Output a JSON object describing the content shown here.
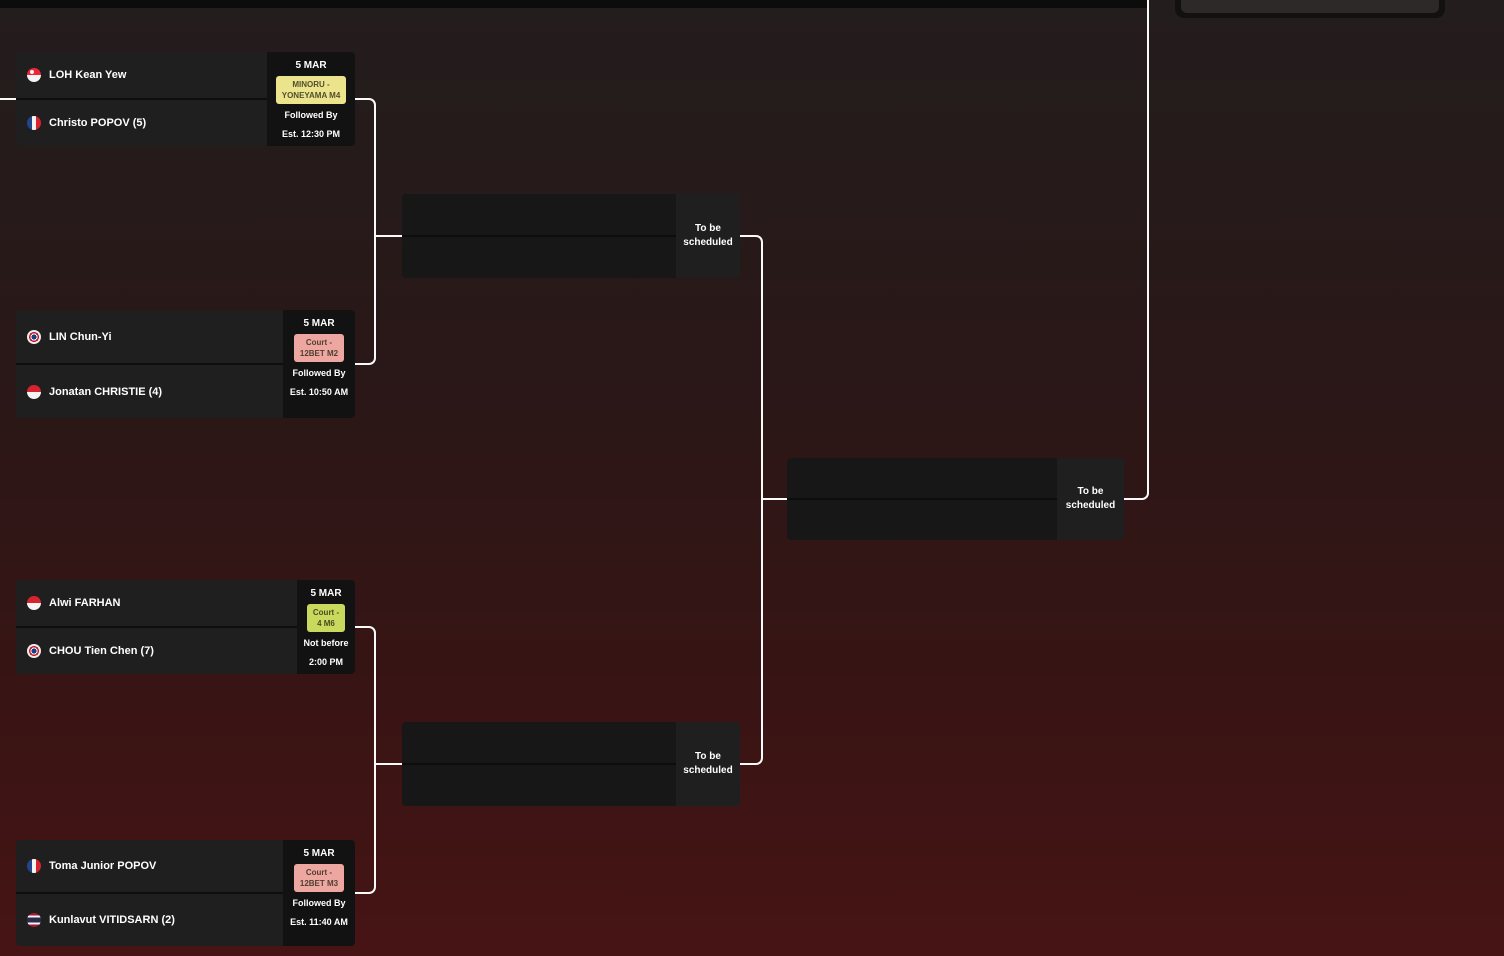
{
  "background": {
    "gradient_top": "#231d1d",
    "gradient_bottom": "#471414",
    "connector_color": "#ffffff"
  },
  "rounds": {
    "round1": [
      {
        "players": [
          {
            "name": "LOH Kean Yew",
            "country": "sg"
          },
          {
            "name": "Christo POPOV (5)",
            "country": "fr"
          }
        ],
        "date": "5 MAR",
        "badge": {
          "line1": "MINORU -",
          "line2": "YONEYAMA M4",
          "color": "#ece48c"
        },
        "note": "Followed By",
        "time": "Est. 12:30 PM"
      },
      {
        "players": [
          {
            "name": "LIN Chun-Yi",
            "country": "tpe"
          },
          {
            "name": "Jonatan CHRISTIE (4)",
            "country": "id"
          }
        ],
        "date": "5 MAR",
        "badge": {
          "line1": "Court -",
          "line2": "12BET M2",
          "color": "#eea6a1"
        },
        "note": "Followed By",
        "time": "Est. 10:50 AM"
      },
      {
        "players": [
          {
            "name": "Alwi FARHAN",
            "country": "id"
          },
          {
            "name": "CHOU Tien Chen (7)",
            "country": "tpe"
          }
        ],
        "date": "5 MAR",
        "badge": {
          "line1": "Court -",
          "line2": "4 M6",
          "color": "#c8d95e"
        },
        "note": "Not before",
        "time": "2:00 PM"
      },
      {
        "players": [
          {
            "name": "Toma Junior POPOV",
            "country": "fr"
          },
          {
            "name": "Kunlavut VITIDSARN (2)",
            "country": "tha"
          }
        ],
        "date": "5 MAR",
        "badge": {
          "line1": "Court -",
          "line2": "12BET M3",
          "color": "#eea6a1"
        },
        "note": "Followed By",
        "time": "Est. 11:40 AM"
      }
    ],
    "round2": [
      {
        "status": "To be scheduled"
      },
      {
        "status": "To be scheduled"
      }
    ],
    "round3": [
      {
        "status": "To be scheduled"
      }
    ]
  }
}
